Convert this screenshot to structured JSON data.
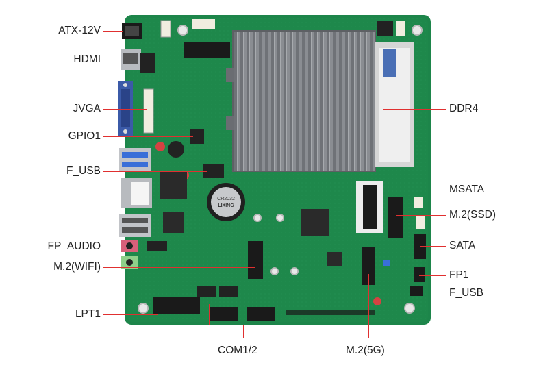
{
  "labels_left": [
    "ATX-12V",
    "HDMI",
    "JVGA",
    "GPIO1",
    "F_USB",
    "FP_AUDIO",
    "M.2(WIFI)",
    "LPT1"
  ],
  "labels_right": [
    "DDR4",
    "MSATA",
    "M.2(SSD)",
    "SATA",
    "FP1",
    "F_USB"
  ],
  "labels_bottom": [
    "COM1/2",
    "M.2(5G)"
  ],
  "chip_texts": {
    "battery_line1": "CR2032",
    "battery_line2": "LIXING"
  },
  "colors": {
    "pcb": "#1f8a4c",
    "pcb_dark": "#16703b",
    "heatsink": "#8c8f94",
    "leader": "#e03030"
  }
}
